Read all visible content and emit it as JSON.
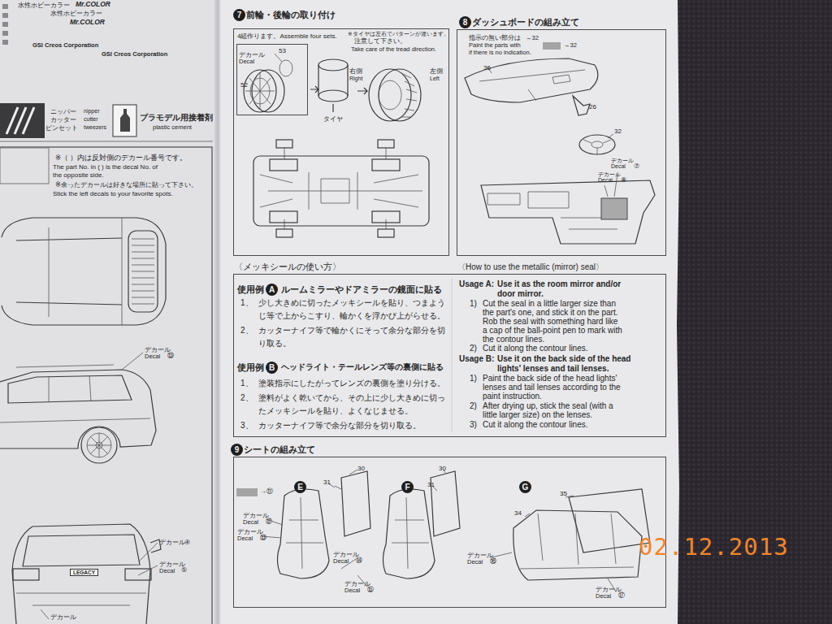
{
  "diagram": {
    "nodes": [
      {
        "text": [
          "前輪・後輪の取り付け"
        ]
      },
      {
        "text": [
          "デカール Decal",
          "53",
          "52"
        ],
        "in": 0
      },
      {
        "text": [
          "ダッシュボードの組み立て"
        ]
      },
      {
        "text": [
          "〈メッキシールの使い方〉",
          "〈How to use the metallic (mirror) seal〉"
        ]
      },
      {
        "text": [
          "シートの組み立て"
        ]
      }
    ],
    "labels": [
      "水性ホビーカラー",
      "Mr.COLOR",
      "水性ホビーカラー",
      "Mr.COLOR",
      "GSI Creos Corporation",
      "GSI Creos Corporation",
      "ニッパー",
      "nipper",
      "カッター",
      "cutter",
      "ピンセット",
      "tweezers",
      "プラモデル用接着剤",
      "plastic cement",
      "※（ ）内は反対側のデカール番号です。",
      "The part No. in (  ) is the decal No. of",
      "the opposite side.",
      "※余ったデカールは好きな場所に貼って下さい。",
      "Stick the left decals to your favorite spots.",
      "デカール Decal",
      "⑬",
      "デカール",
      "④",
      "デカール Decal",
      "⑤",
      "LEGACY",
      "デカール",
      "7",
      "4組作ります。Assemble four sets.",
      "※タイヤは左右でパターンが違います。",
      "注意して下さい。",
      "Take care of the tread direction.",
      "タイヤ",
      "右側",
      "Right",
      "左側",
      "Left",
      "8",
      "指示の無い部分は",
      "→32",
      "Paint the parts with",
      "→32",
      "if there is no indication.",
      "36",
      "26",
      "32",
      "デカール Decal",
      "⑦",
      "デカール Decal",
      "⑧",
      "使用例",
      "A",
      "ルームミラーやドアミラーの鏡面に貼る",
      "1、",
      "少し大きめに切ったメッキシールを貼り、つまよう",
      "じ等で上からこすり、輪かくを浮かび上がらせる。",
      "2、",
      "カッターナイフ等で輪かくにそって余分な部分を切",
      "り取る。",
      "使用例",
      "B",
      "ヘッドライト・テールレンズ等の裏側に貼る",
      "1、",
      "塗装指示にしたがってレンズの裏側を塗り分ける。",
      "2、",
      "塗料がよく乾いてから、その上に少し大きめに切っ",
      "たメッキシールを貼り、よくなじませる。",
      "3、",
      "カッターナイフ等で余分な部分を切り取る。",
      "Usage A:",
      "Use it as the room mirror and/or",
      "door mirror.",
      "1)",
      "Cut the seal in a little larger size than",
      "the part's one, and stick it on the part.",
      "Rob the seal with something hard like",
      "a cap of the ball-point pen to mark with",
      "the contour lines.",
      "2)",
      "Cut it along the contour lines.",
      "Usage B:",
      "Use it on the back side of the head",
      "lights' lenses and tail lenses.",
      "1)",
      "Paint the back side of the head lights'",
      "lenses and tail lenses according to the",
      "paint instruction.",
      "2)",
      "After drying up, stick the seal (with a",
      "little larger size) on the lenses.",
      "3)",
      "Cut it along the contour lines.",
      "9",
      "→⑪",
      "E",
      "31",
      "30",
      "F",
      "31",
      "30",
      "G",
      "35",
      "34",
      "デカール Decal",
      "⑫",
      "デカール Decal",
      "⑬",
      "デカール Decal",
      "⑭",
      "デカール Decal",
      "⑮",
      "デカール Decal",
      "⑯",
      "デカール Decal",
      "⑰",
      "02.12.2013"
    ]
  }
}
